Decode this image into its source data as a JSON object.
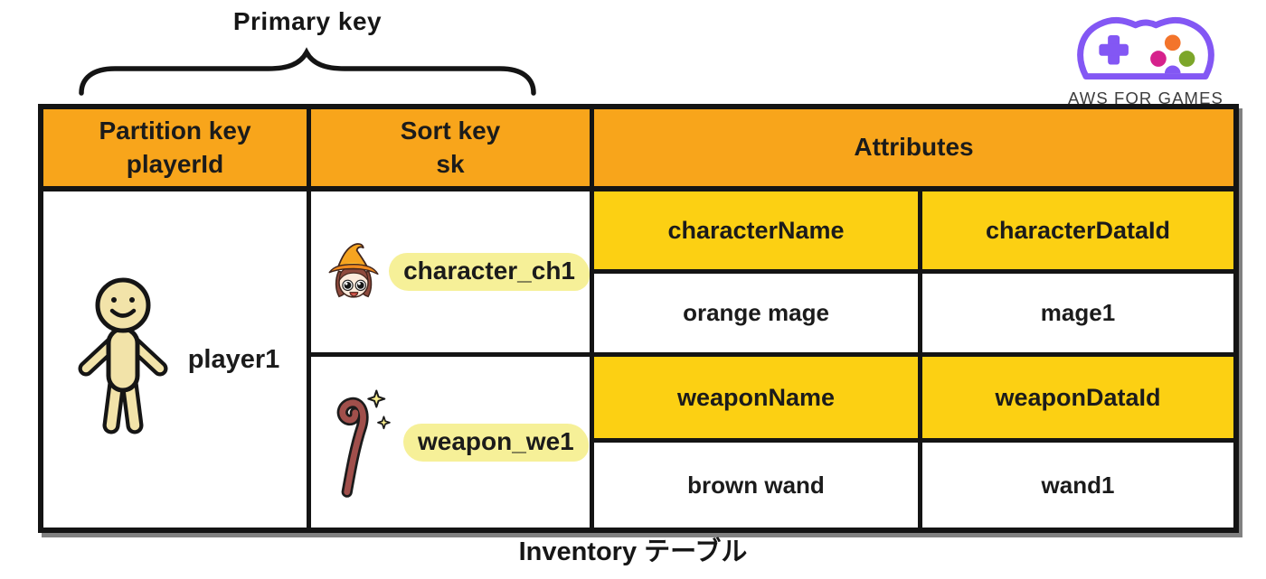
{
  "annotation": {
    "primary_key_label": "Primary key"
  },
  "logo": {
    "text": "AWS FOR GAMES",
    "icon": "game-controller-icon",
    "purple": "#8357F4",
    "dot_orange": "#F3742B",
    "dot_magenta": "#D6218C",
    "dot_green": "#7CA62A"
  },
  "table": {
    "headers": {
      "partition_key": {
        "line1": "Partition key",
        "line2": "playerId"
      },
      "sort_key": {
        "line1": "Sort key",
        "line2": "sk"
      },
      "attributes": "Attributes"
    },
    "partition_icon": "person-icon",
    "partition_value": "player1",
    "items": [
      {
        "icon": "mage-icon",
        "sort_key": "character_ch1",
        "attributes": [
          {
            "name": "characterName",
            "value": "orange mage"
          },
          {
            "name": "characterDataId",
            "value": "mage1"
          }
        ]
      },
      {
        "icon": "wand-icon",
        "sort_key": "weapon_we1",
        "attributes": [
          {
            "name": "weaponName",
            "value": "brown wand"
          },
          {
            "name": "weaponDataId",
            "value": "wand1"
          }
        ]
      }
    ]
  },
  "caption": "Inventory テーブル",
  "colors": {
    "header_orange": "#F8A51B",
    "attr_header_yellow": "#FCD013",
    "highlight_yellow": "#F6F098",
    "border_black": "#141414"
  }
}
